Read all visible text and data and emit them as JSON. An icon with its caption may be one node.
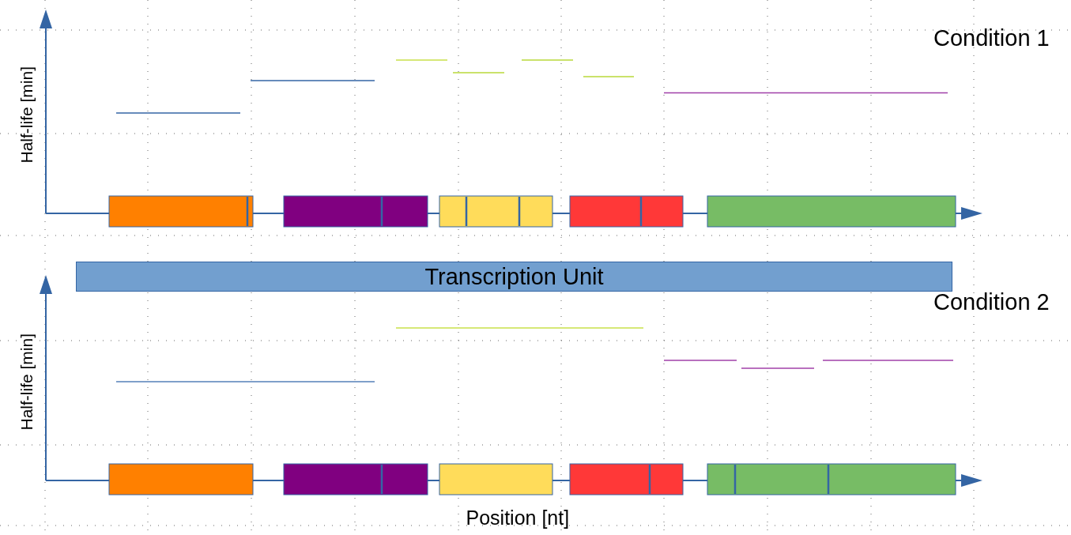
{
  "diagram": {
    "nodes": [
      {
        "text": [
          "Transcription Unit"
        ]
      }
    ],
    "labels": [
      "Condition 1",
      "Half-life [min]",
      "Condition 2",
      "Half-life [min]",
      "Position [nt]"
    ]
  }
}
